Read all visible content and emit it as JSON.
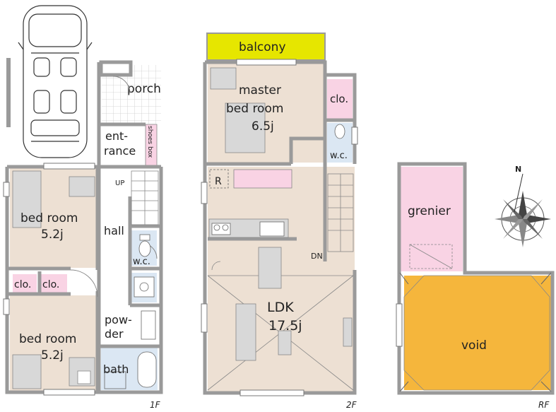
{
  "floors": {
    "first": {
      "floor_label": "1F",
      "bedroom_top": {
        "name": "bed room",
        "size": "5.2j"
      },
      "bedroom_bottom": {
        "name": "bed room",
        "size": "5.2j"
      },
      "closet_left": "clo.",
      "closet_right": "clo.",
      "porch": "porch",
      "entrance_line1": "ent-",
      "entrance_line2": "rance",
      "shoes_box": "shoes box",
      "stairs_up": "UP",
      "hall": "hall",
      "wc": "w.c.",
      "powder_line1": "pow-",
      "powder_line2": "der",
      "bath": "bath"
    },
    "second": {
      "floor_label": "2F",
      "balcony": "balcony",
      "master_line1": "master",
      "master_line2": "bed room",
      "master_size": "6.5j",
      "closet": "clo.",
      "wc": "w.c.",
      "refrigerator": "R",
      "stairs_down": "DN",
      "ldk_name": "LDK",
      "ldk_size": "17.5j"
    },
    "roof": {
      "floor_label": "RF",
      "grenier": "grenier",
      "void": "void",
      "compass_north": "N"
    }
  },
  "colors": {
    "room_fill": "#ede0d3",
    "wall": "#9a9a9a",
    "balcony": "#e6e600",
    "closet": "#f9d3e4",
    "wet_area": "#dbe7f3",
    "void": "#f5b63c",
    "grenier": "#f9d3e4"
  }
}
